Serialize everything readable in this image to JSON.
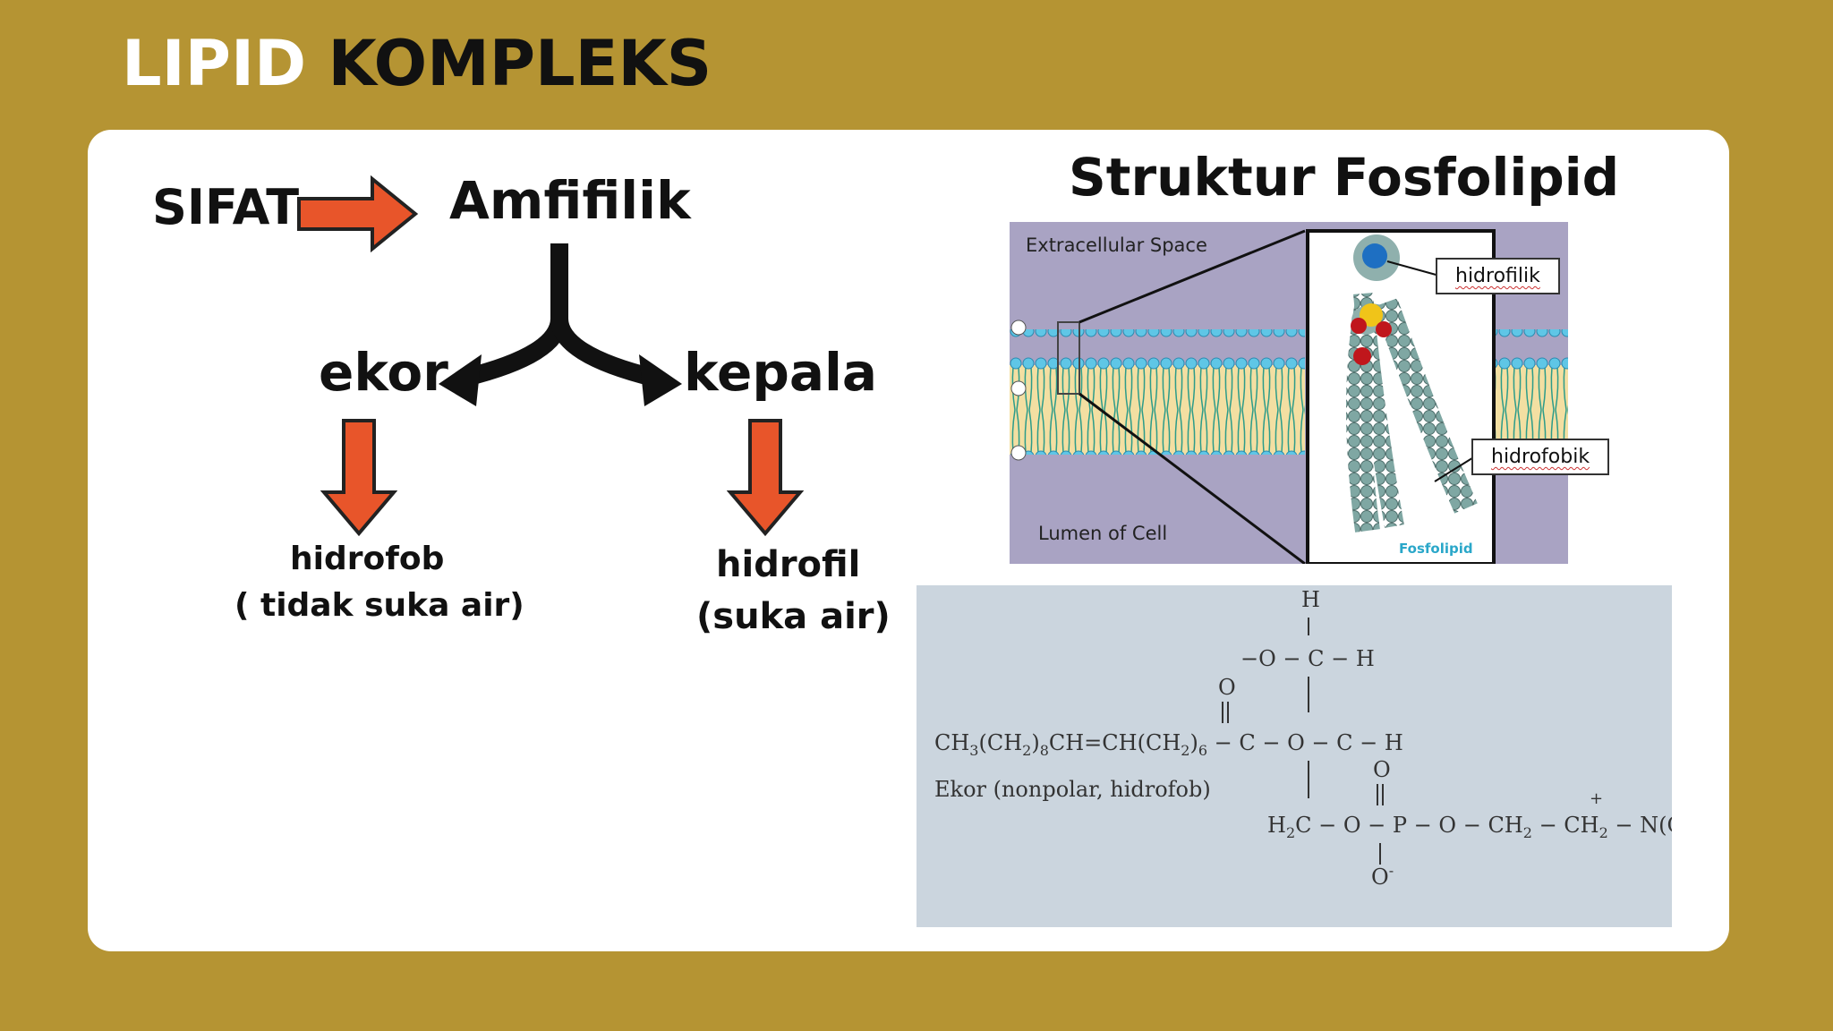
{
  "title": {
    "part1": "LIPID",
    "part2": "KOMPLEKS"
  },
  "concept": {
    "sifat": "SIFAT",
    "amfifilik": "Amfifilik",
    "ekor": "ekor",
    "kepala": "kepala",
    "hidrofob": "hidrofob",
    "hidrofob_note": "( tidak suka air)",
    "hidrofil": "hidrofil",
    "hidrofil_note": "(suka air)"
  },
  "structure": {
    "title": "Struktur Fosfolipid",
    "extracellular": "Extracellular Space",
    "lumen": "Lumen of Cell",
    "label_hidrofilik": "hidrofilik",
    "label_hidrofobik": "hidrofobik",
    "fosfolipid": "Fosfolipid",
    "chain_formula": "CH3(CH2)8CH=CH(CH2)6",
    "tail_label": "Ekor (nonpolar, hidrofob)"
  },
  "colors": {
    "background": "#b59433",
    "arrow": "#e8552a",
    "membrane_panel": "#a9a3c3",
    "formula_panel": "#cbd5de"
  }
}
